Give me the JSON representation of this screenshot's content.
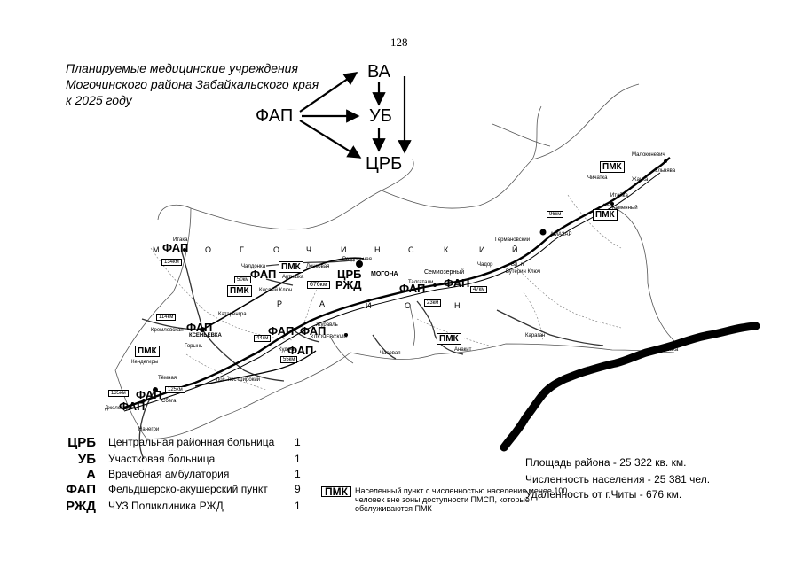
{
  "page_number": "128",
  "title": {
    "line1": "Планируемые медицинские учреждения",
    "line2": "Могочинского района Забайкальского края",
    "line3": "к 2025 году"
  },
  "flow": {
    "va": "ВА",
    "ub": "УБ",
    "fap": "ФАП",
    "crb": "ЦРБ"
  },
  "district_letters_row1": [
    "М",
    "О",
    "Г",
    "О",
    "Ч",
    "И",
    "Н",
    "С",
    "К",
    "И",
    "Й"
  ],
  "district_letters_row2": [
    "Р",
    "А",
    "Й",
    "О",
    "Н"
  ],
  "places": {
    "ityaka": "Итака",
    "chaldonka": "Чалдонка",
    "penkovaya": "Ленковая",
    "ardinsk": "Артишка",
    "kisly": "Кислый Ключ",
    "kataryeng": "Катаренгра",
    "kseneva": "КСЕНЬЕВКА",
    "kremlevskaya": "Кремлевская",
    "goryshka": "Горынь",
    "kendegiry": "Кендегиры",
    "temnaya": "Тёмная",
    "sbega": "Сбега",
    "dzhelonda": "Джелонда",
    "nanegi": "Нанегри",
    "shirokiy": "пос. пос Широкий",
    "zhuravl": "Журавль",
    "klyuchevsky": "КЛЮЧЕВСКИЙ",
    "kudechi": "Кудечи",
    "mogocha": "МОГОЧА",
    "razdolnaya": "Раздольная",
    "talgadzhi": "Талгатали",
    "semiozerny": "Семиозерный",
    "chador": "Чадор",
    "germanovskiy": "Германовский",
    "amazar": "АМАЗАР",
    "bolkl": "Бл. п",
    "kutsensky": "Бутерин Ключ",
    "chasovaya": "Часовая",
    "anakit": "Анакит",
    "karagan": "Караган",
    "pokrovka": "Покровка",
    "chichatka": "Чичатка",
    "zhanka": "Жанка",
    "ulerikino": "Ульнява",
    "malchevo": "Малоконевич",
    "itadzha": "Итайка",
    "kamennyi": "Каменный"
  },
  "distances": {
    "d134": "134км",
    "d114": "114км",
    "d135": "135км",
    "d125": "125км",
    "d50": "50км",
    "d44": "44км",
    "d55": "55км",
    "d676": "676км",
    "d63": "23км",
    "d47": "47км",
    "d96": "96км"
  },
  "map_labels": {
    "fap": "ФАП",
    "pmk": "ПМК",
    "crb": "ЦРБ",
    "rzhd": "РЖД"
  },
  "legend": [
    {
      "abbr": "ЦРБ",
      "desc": "Центральная районная больница",
      "count": "1"
    },
    {
      "abbr": "УБ",
      "desc": "Участковая больница",
      "count": "1"
    },
    {
      "abbr": "А",
      "desc": "Врачебная амбулатория",
      "count": "1"
    },
    {
      "abbr": "ФАП",
      "desc": "Фельдшерско-акушерский пункт",
      "count": "9"
    },
    {
      "abbr": "РЖД",
      "desc": "ЧУЗ Поликлиника РЖД",
      "count": "1"
    }
  ],
  "pmk_note": {
    "box": "ПМК",
    "text": "Населенный пункт с численностью населения менее 100 человек вне зоны доступности ПМСП, которые обслуживаются ПМК"
  },
  "stats": {
    "area": "Площадь района - 25 322 кв. км.",
    "population": "Численность населения -  25 381 чел.",
    "distance": "Удаленность от г.Читы - 676 км."
  },
  "colors": {
    "ink": "#000000",
    "paper": "#ffffff"
  }
}
